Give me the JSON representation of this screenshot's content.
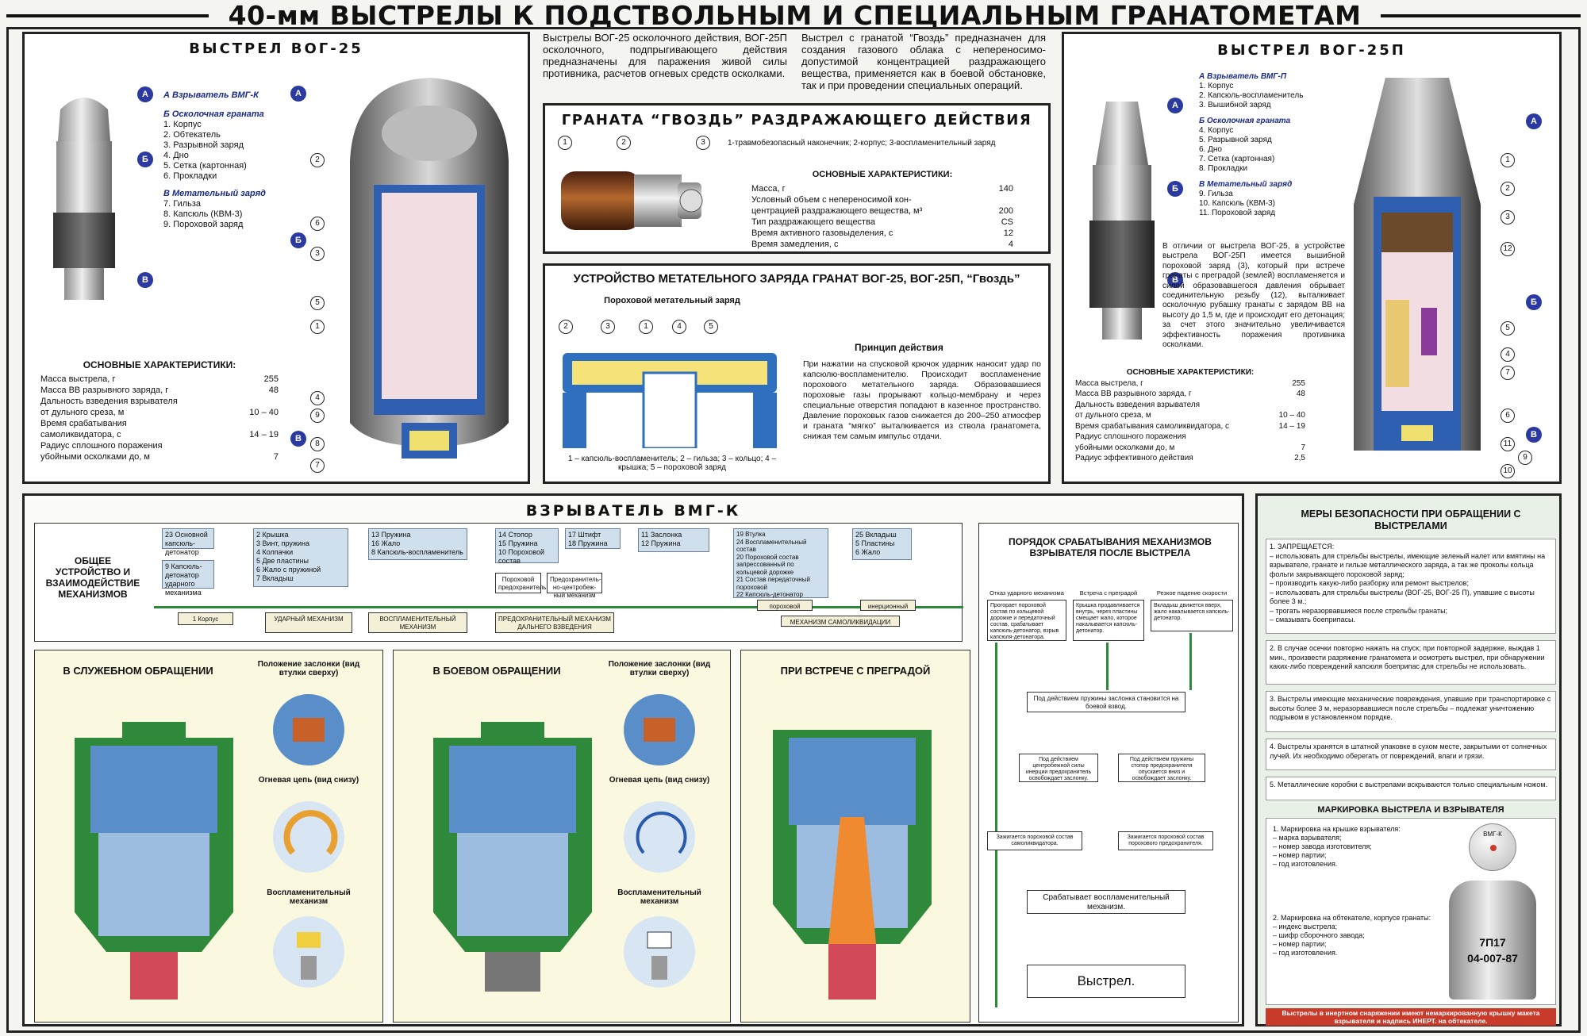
{
  "header": {
    "title": "40-мм ВЫСТРЕЛЫ К ПОДСТВОЛЬНЫМ И СПЕЦИАЛЬНЫМ ГРАНАТОМЕТАМ"
  },
  "vog25": {
    "title": "ВЫСТРЕЛ ВОГ-25",
    "group_a": "А  Взрыватель ВМГ-К",
    "group_b": "Б  Осколочная граната",
    "group_b_items": [
      "1. Корпус",
      "2. Обтекатель",
      "3. Разрывной заряд",
      "4. Дно",
      "5. Сетка (картонная)",
      "6. Прокладки"
    ],
    "group_v": "В  Метательный заряд",
    "group_v_items": [
      "7. Гильза",
      "8. Капсюль (КВМ-3)",
      "9. Пороховой заряд"
    ],
    "specs_title": "ОСНОВНЫЕ ХАРАКТЕРИСТИКИ:",
    "specs": [
      {
        "label": "Масса выстрела, г",
        "value": "255"
      },
      {
        "label": "Масса ВВ разрывного заряда, г",
        "value": "48"
      },
      {
        "label": "Дальность взведения взрывателя",
        "value": ""
      },
      {
        "label": "от дульного среза, м",
        "value": "10 – 40"
      },
      {
        "label": "Время срабатывания",
        "value": ""
      },
      {
        "label": "самоликвидатора, с",
        "value": "14 – 19"
      },
      {
        "label": "Радиус сплошного поражения",
        "value": ""
      },
      {
        "label": "убойными осколками до, м",
        "value": "7"
      }
    ],
    "callouts": [
      "2",
      "6",
      "3",
      "5",
      "1",
      "4",
      "9",
      "8",
      "7"
    ]
  },
  "intro": {
    "left": "Выстрелы ВОГ-25 осколочного действия, ВОГ-25П осколочного, подпрыгивающего действия предназначены для паражения живой силы противника, расчетов огневых средств осколками.",
    "right": "Выстрел с гранатой “Гвоздь” предназначен для создания газового облака с непереносимо-допустимой концентрацией раздражающего вещества, применяется как в боевой обстановке, так и при проведении специальных операций."
  },
  "gvozd": {
    "title": "ГРАНАТА “ГВОЗДЬ” РАЗДРАЖАЮЩЕГО ДЕЙСТВИЯ",
    "legend": "1-травмобезопасный наконечник; 2-корпус; 3-воспламенительный заряд",
    "specs_title": "ОСНОВНЫЕ ХАРАКТЕРИСТИКИ:",
    "specs": [
      {
        "label": "Масса, г",
        "value": "140"
      },
      {
        "label": "Условный объем с непереносимой кон-",
        "value": ""
      },
      {
        "label": "центрацией раздражающего вещества, м³",
        "value": "200"
      },
      {
        "label": "Тип раздражающего вещества",
        "value": "CS"
      },
      {
        "label": "Время активного газовыделения, с",
        "value": "12"
      },
      {
        "label": "Время замедления, с",
        "value": "4"
      }
    ]
  },
  "charge": {
    "title": "УСТРОЙСТВО МЕТАТЕЛЬНОГО ЗАРЯДА ГРАНАТ ВОГ-25, ВОГ-25П, “Гвоздь”",
    "subtitle": "Пороховой метательный заряд",
    "principle_title": "Принцип действия",
    "principle": "При нажатии на спусковой крючок ударник наносит удар по капсюлю-воспламенителю. Происходит воспламенение порохового метательного заряда. Образовавшиеся пороховые газы прорывают кольцо-мембрану и через специальные отверстия попадают в казенное пространство. Давление пороховых газов снижается до 200–250 атмосфер и граната “мягко” выталкивается из ствола гранатомета, снижая тем самым импульс отдачи.",
    "legend": "1 – капсюль-воспламенитель; 2 – гильза; 3 – кольцо; 4 – крышка; 5 – пороховой заряд",
    "callouts": [
      "2",
      "3",
      "1",
      "4",
      "5"
    ]
  },
  "vog25p": {
    "title": "ВЫСТРЕЛ ВОГ-25П",
    "group_a": "А  Взрыватель ВМГ-П",
    "group_a_items": [
      "1. Корпус",
      "2. Капсюль-воспламенитель",
      "3. Вышибной заряд"
    ],
    "group_b": "Б  Осколочная граната",
    "group_b_items": [
      "4. Корпус",
      "5. Разрывной заряд",
      "6. Дно",
      "7. Сетка (картонная)",
      "8. Прокладки"
    ],
    "group_v": "В  Метательный заряд",
    "group_v_items": [
      "9. Гильза",
      "10. Капсюль (КВМ-3)",
      "11. Пороховой заряд"
    ],
    "note": "В отличии от выстрела ВОГ-25, в устройстве выстрела ВОГ-25П имеется вышибной пороховой заряд (3), который при встрече гранаты с преградой (землей) воспламеняется и силой образовавшегося давления обрывает соединительную резьбу (12), выталкивает осколочную рубашку гранаты с зарядом ВВ на высоту до 1,5 м, где и происходит его детонация; за счет этого значительно увеличивается эффективность поражения противника осколками.",
    "specs_title": "ОСНОВНЫЕ ХАРАКТЕРИСТИКИ:",
    "specs": [
      {
        "label": "Масса выстрела, г",
        "value": "255"
      },
      {
        "label": "Масса ВВ разрывного заряда, г",
        "value": "48"
      },
      {
        "label": "Дальность взведения взрывателя",
        "value": ""
      },
      {
        "label": "от дульного среза, м",
        "value": "10 – 40"
      },
      {
        "label": "Время срабатывания самоликвидатора, с",
        "value": "14 – 19"
      },
      {
        "label": "Радиус сплошного поражения",
        "value": ""
      },
      {
        "label": "убойными осколками до, м",
        "value": "7"
      },
      {
        "label": "Радиус эффективного действия",
        "value": "2,5"
      }
    ],
    "callouts": [
      "1",
      "2",
      "3",
      "12",
      "5",
      "4",
      "7",
      "6",
      "11",
      "9",
      "10"
    ]
  },
  "fuze": {
    "title": "ВЗРЫВАТЕЛЬ ВМГ-К",
    "general_label": "ОБЩЕЕ УСТРОЙСТВО И ВЗАИМОДЕЙСТВИЕ МЕХАНИЗМОВ",
    "boxes": [
      "23 Основной капсюль-детонатор",
      "9 Капсюль-детонатор ударного механизма",
      "2 Крышка\n3 Винт, пружина\n4 Колпачки\n5 Две пластины\n6 Жало с пружиной\n7 Вкладыш",
      "13 Пружина\n16 Жало\n8 Капсюль-воспламенитель",
      "14 Стопор\n15 Пружина\n10 Пороховой состав",
      "17 Штифт\n18 Пружина",
      "11 Заслонка\n12 Пружина",
      "19 Втулка\n24 Воспламенительный состав\n20 Пороховой состав запрессованный по кольцевой дорожке\n21 Состав передаточный пороховой\n22 Капсюль-детонатор",
      "25 Вкладыш\n5 Пластины\n6 Жало"
    ],
    "mechanisms": [
      "1 Корпус",
      "УДАРНЫЙ МЕХАНИЗМ",
      "ВОСПЛАМЕНИТЕЛЬНЫЙ МЕХАНИЗМ",
      "ПРЕДОХРАНИТЕЛЬНЫЙ МЕХАНИЗМ ДАЛЬНЕГО ВЗВЕДЕНИЯ",
      "пороховой",
      "инерционный",
      "МЕХАНИЗМ САМОЛИКВИДАЦИИ"
    ],
    "small_boxes": [
      "Пороховой предохранитель",
      "Предохранитель-но-центробеж-ный механизм"
    ],
    "states": [
      {
        "title": "В СЛУЖЕБНОМ ОБРАЩЕНИИ"
      },
      {
        "title": "В БОЕВОМ ОБРАЩЕНИИ"
      },
      {
        "title": "ПРИ ВСТРЕЧЕ С ПРЕГРАДОЙ"
      }
    ],
    "sub_labels": [
      "Положение заслонки (вид втулки сверху)",
      "Огневая цепь (вид снизу)",
      "Воспламенительный механизм"
    ]
  },
  "sequence": {
    "title": "ПОРЯДОК СРАБАТЫВАНИЯ МЕХАНИЗМОВ ВЗРЫВАТЕЛЯ ПОСЛЕ ВЫСТРЕЛА",
    "cols": [
      "Отказ ударного механизма",
      "Встреча с преградой",
      "Резкое падение скорости"
    ],
    "top_boxes": [
      "Прогорает пороховой состав по кольцевой дорожке и передаточный состав, срабатывает капсюль-детонатор, взрыв капсюля-детонатора.",
      "Крышка продавливается внутрь, через пластины смещает жало, которое накалывается капсюль-детонатор.",
      "Вкладыш движется вверх, жало накалывается капсюль-детонатор."
    ],
    "mid": "Под действием пружины заслонка становится на боевой взвод.",
    "left_mid": "Под действием центробежной силы инерции предохранитель освобождает заслонку.",
    "right_mid": "Под действием пружины стопор предохранителя опускается вниз и освобождает заслонку.",
    "left_low": "Зажигается пороховой состав самоликвидатора.",
    "right_low": "Зажигается пороховой состав порохового предохранителя.",
    "fire": "Срабатывает воспламенительный механизм.",
    "shot": "Выстрел."
  },
  "safety": {
    "title": "МЕРЫ БЕЗОПАСНОСТИ ПРИ ОБРАЩЕНИИ С ВЫСТРЕЛАМИ",
    "items": [
      "1. ЗАПРЕЩАЕТСЯ:\n– использовать для стрельбы выстрелы, имеющие зеленый налет или вмятины на взрывателе, гранате и гильзе металлического заряда, а так же проколы кольца фольги закрывающего пороховой заряд;\n– производить какую-либо разборку или ремонт выстрелов;\n– использовать для стрельбы выстрелы (ВОГ-25, ВОГ-25 П), упавшие с высоты более 3 м.;\n– трогать неразорвавшиеся после стрельбы гранаты;\n– смазывать боеприпасы.",
      "2. В случае осечки повторно нажать на спуск; при повторной задержке, выждав 1 мин., произвести разряжение гранатомета и осмотреть выстрел, при обнаружении каких-либо повреждений капсюля боеприпас для стрельбы не использовать.",
      "3. Выстрелы имеющие механические повреждения, упавшие при транспортировке с высоты более 3 м, неразорвавшиеся после стрельбы – подлежат уничтожению подрывом в установленном порядке.",
      "4. Выстрелы хранятся в штатной упаковке в сухом месте, закрытыми от солнечных лучей. Их необходимо оберегать от повреждений, влаги и грязи.",
      "5. Металлические коробки с выстрелами вскрываются только специальным ножом."
    ],
    "marking_title": "МАРКИРОВКА ВЫСТРЕЛА И ВЗРЫВАТЕЛЯ",
    "marking1": "1. Маркировка на крышке взрывателя:\n– марка взрывателя;\n– номер завода изготовителя;\n– номер партии;\n– год изготовления.",
    "marking2": "2. Маркировка на обтекателе, корпусе гранаты:\n– индекс выстрела;\n– шифр сборочного завода;\n– номер партии;\n– год изготовления.",
    "cap_text": "ВМГ-К",
    "shell_text1": "7П17",
    "shell_text2": "04-007-87",
    "warning": "Выстрелы в инертном снаряжении имеют немаркированную крышку макета взрывателя и надпись ИНЕРТ. на обтекателе."
  },
  "colors": {
    "accent_blue": "#2a3aa0",
    "flow_green": "#2a8a3a",
    "warning_red": "#c83a2a",
    "safety_bg": "#e8f0e8"
  },
  "icons": [
    "circle-callout-icon",
    "arrow-icon"
  ]
}
